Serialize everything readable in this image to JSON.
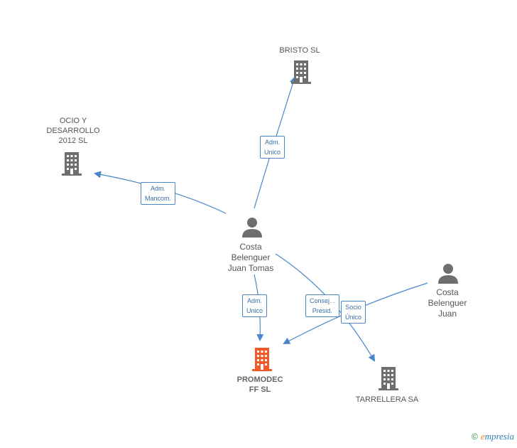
{
  "colors": {
    "building": "#6e6e6e",
    "building_main": "#f25a27",
    "person": "#6e6e6e",
    "edge": "#4a86c8"
  },
  "nodes": {
    "bristo": {
      "label": "BRISTO SL",
      "icon": "building-icon"
    },
    "ocio": {
      "label": "OCIO Y\nDESARROLLO\n2012 SL",
      "icon": "building-icon"
    },
    "costa_juan_tomas": {
      "label": "Costa\nBelenguer\nJuan Tomas",
      "icon": "person-icon"
    },
    "costa_juan": {
      "label": "Costa\nBelenguer\nJuan",
      "icon": "person-icon"
    },
    "promodec": {
      "label": "PROMODEC\nFF SL",
      "icon": "building-icon"
    },
    "tarrellera": {
      "label": "TARRELLERA SA",
      "icon": "building-icon"
    }
  },
  "edges": {
    "to_bristo": "Adm.\nUnico",
    "to_ocio": "Adm.\nMancom.",
    "to_promodec": "Adm.\nUnico",
    "consej": "Consej. .\nPresid.",
    "socio": "Socio\nÚnico"
  },
  "footer": {
    "copyright": "©",
    "brand_e": "e",
    "brand_rest": "mpresia"
  }
}
